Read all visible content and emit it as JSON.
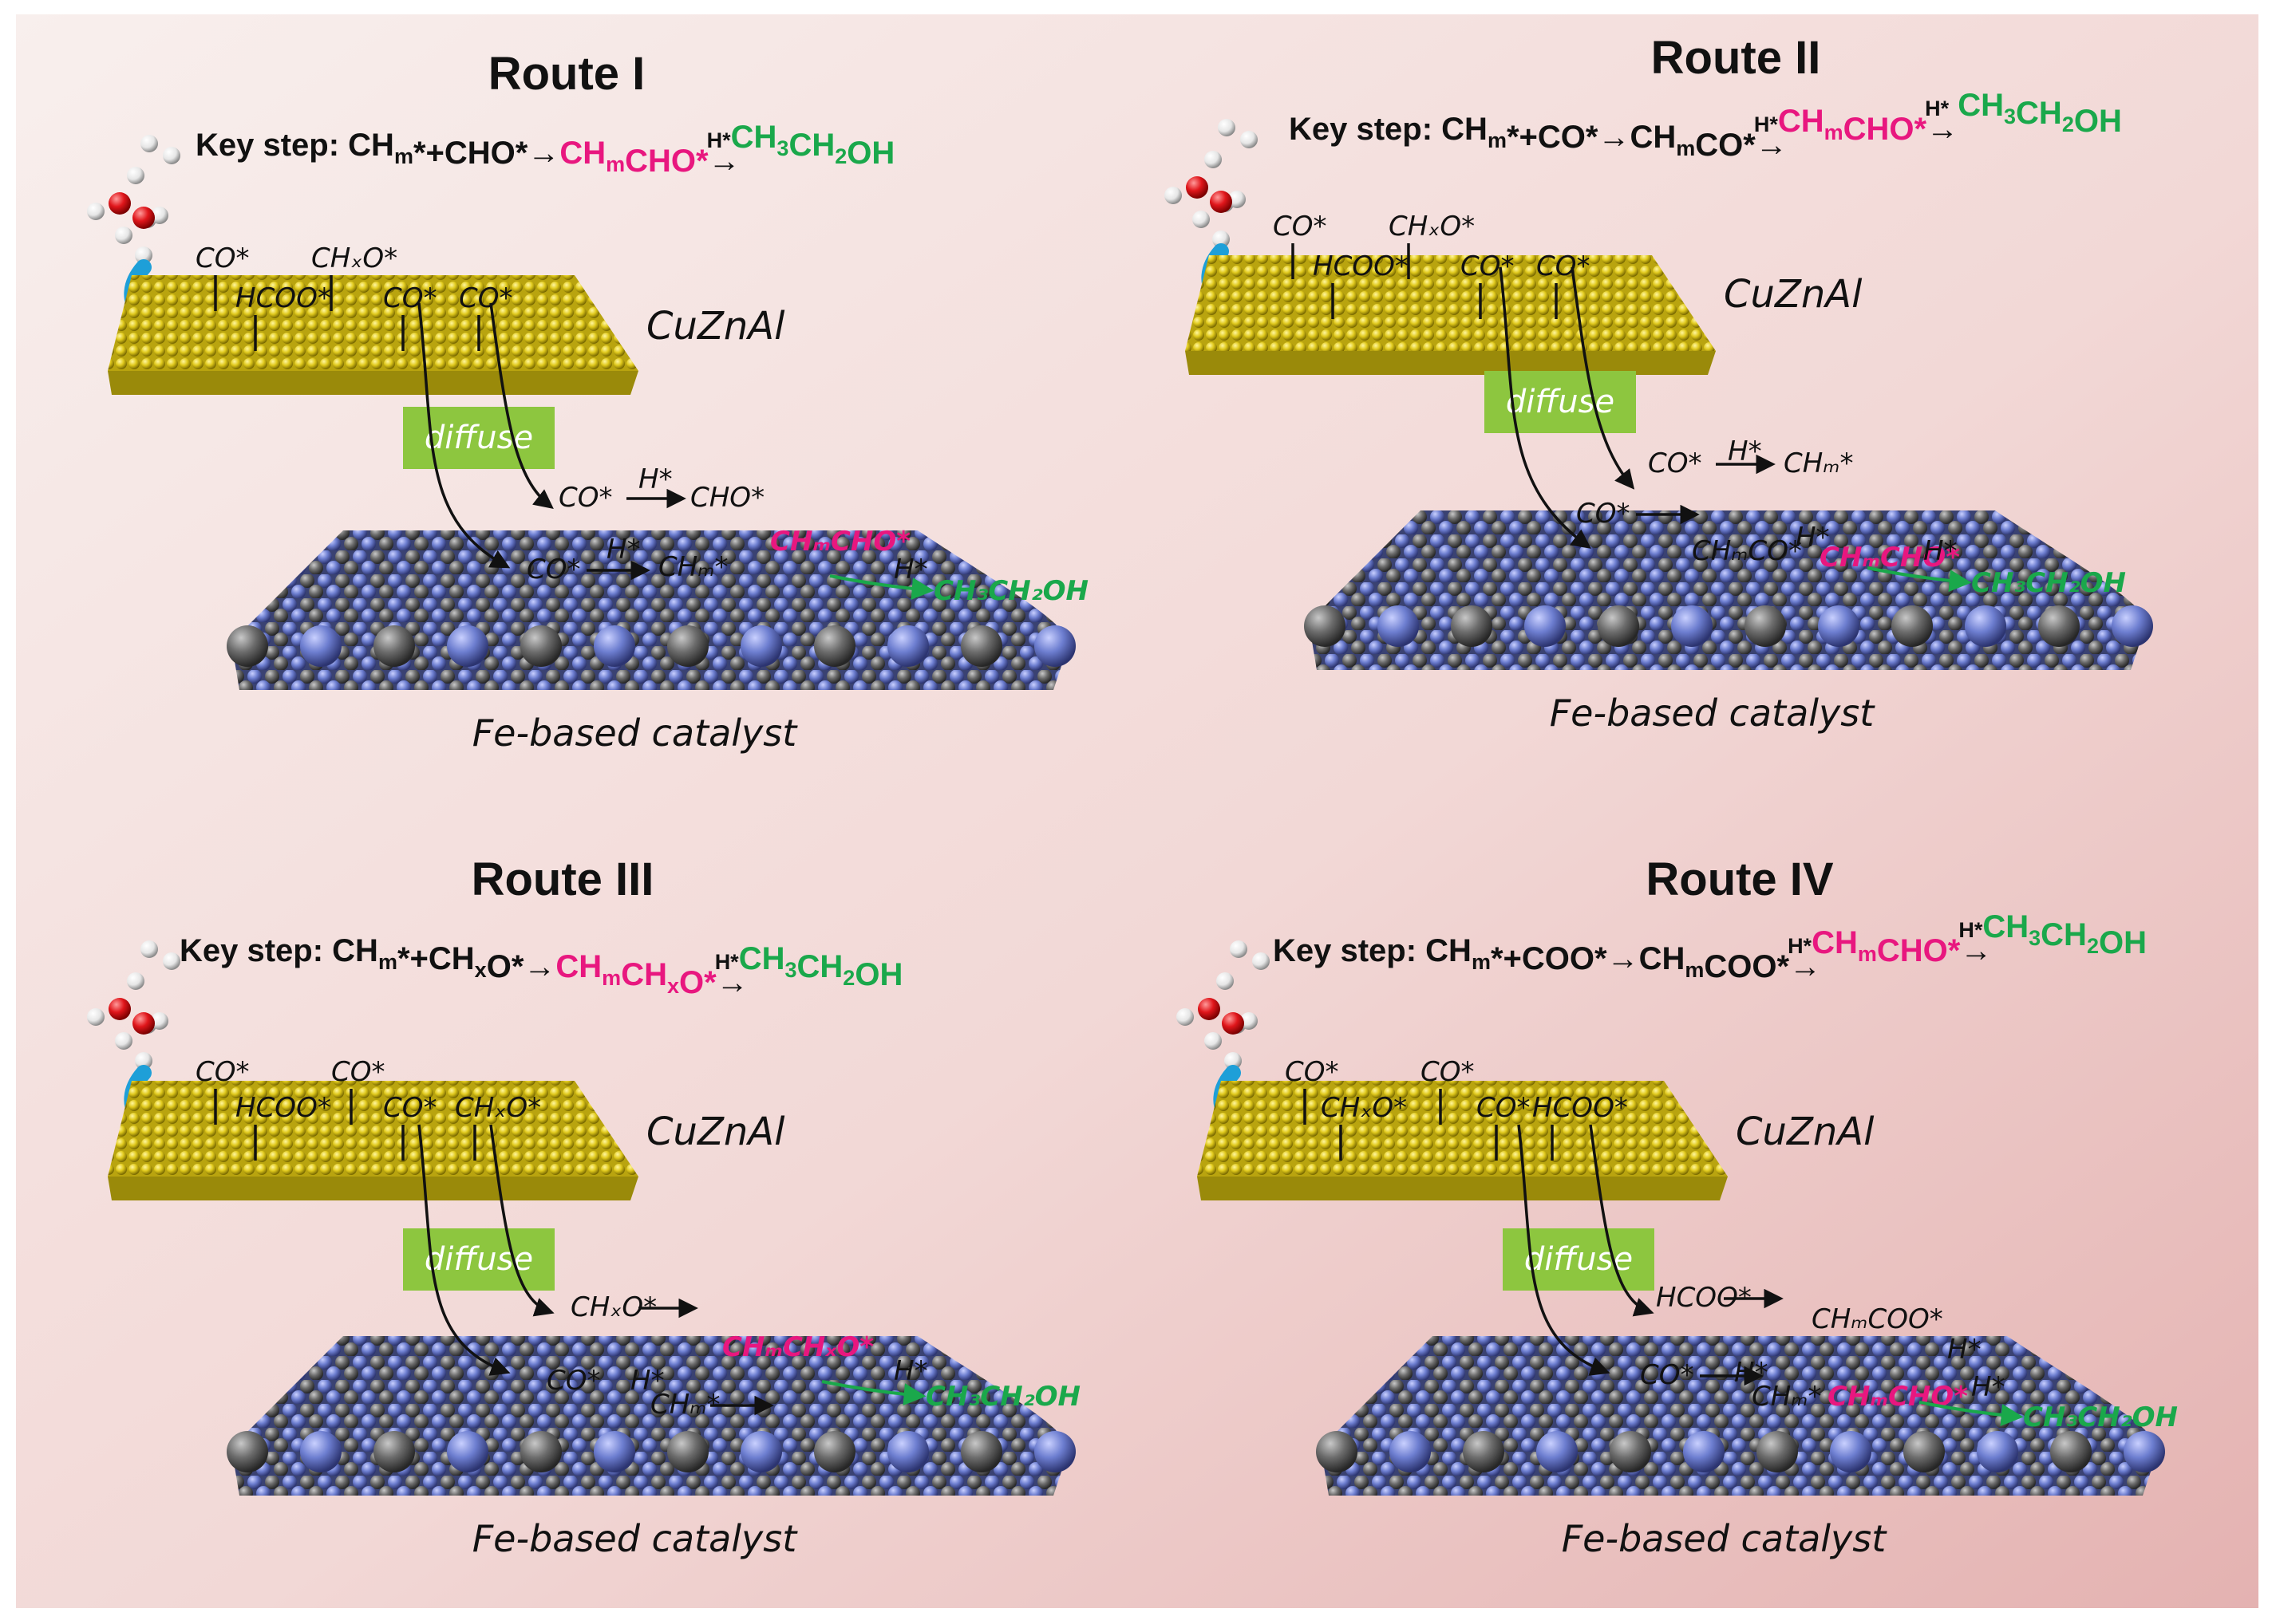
{
  "routes": [
    {
      "title": "Route I",
      "key_step": [
        {
          "t": "Key step: CH",
          "c": "blk"
        },
        {
          "t": "m",
          "c": "blk",
          "sub": true
        },
        {
          "t": "*+CHO*→",
          "c": "blk"
        },
        {
          "t": "CH",
          "c": "pink"
        },
        {
          "t": "m",
          "c": "pink",
          "sub": true
        },
        {
          "t": "CHO*",
          "c": "pink"
        },
        {
          "t": "→",
          "c": "blk",
          "over": "H*"
        },
        {
          "t": "CH",
          "c": "green"
        },
        {
          "t": "3",
          "c": "green",
          "sub": true
        },
        {
          "t": "CH",
          "c": "green"
        },
        {
          "t": "2",
          "c": "green",
          "sub": true
        },
        {
          "t": "OH",
          "c": "green"
        }
      ],
      "cuzn_labels": [
        "CO*",
        "CHₓO*",
        "HCOO*",
        "CO*",
        "CO*"
      ],
      "diffuse": "diffuse",
      "support": "CuZnAl",
      "fe_labels": [
        "CO*",
        "H*",
        "CHO*",
        "CO*",
        "H*",
        "CHₘ*",
        "CHₘCHO*",
        "H*",
        "CH₃CH₂OH"
      ],
      "catalyst": "Fe-based catalyst"
    },
    {
      "title": "Route II",
      "key_step": [
        {
          "t": "Key step: CH",
          "c": "blk"
        },
        {
          "t": "m",
          "c": "blk",
          "sub": true
        },
        {
          "t": "*+CO*→CH",
          "c": "blk"
        },
        {
          "t": "m",
          "c": "blk",
          "sub": true
        },
        {
          "t": "CO*",
          "c": "blk"
        },
        {
          "t": "→",
          "c": "blk",
          "over": "H*"
        },
        {
          "t": "CH",
          "c": "pink"
        },
        {
          "t": "m",
          "c": "pink",
          "sub": true
        },
        {
          "t": "CHO*",
          "c": "pink"
        },
        {
          "t": "→",
          "c": "blk",
          "over": "H*"
        },
        {
          "t": " CH",
          "c": "green"
        },
        {
          "t": "3",
          "c": "green",
          "sub": true
        },
        {
          "t": "CH",
          "c": "green"
        },
        {
          "t": "2",
          "c": "green",
          "sub": true
        },
        {
          "t": "OH",
          "c": "green"
        }
      ],
      "cuzn_labels": [
        "CO*",
        "CHₓO*",
        "HCOO*",
        "CO*",
        "CO*"
      ],
      "diffuse": "diffuse",
      "support": "CuZnAl",
      "fe_labels": [
        "CO*",
        "H*",
        "CHₘ*",
        "CO*",
        "CHₘCO*",
        "H*",
        "CHₘCHO*",
        "H*",
        "CH₃CH₂OH"
      ],
      "catalyst": "Fe-based catalyst"
    },
    {
      "title": "Route III",
      "key_step": [
        {
          "t": "Key step: CH",
          "c": "blk"
        },
        {
          "t": "m",
          "c": "blk",
          "sub": true
        },
        {
          "t": "*+CH",
          "c": "blk"
        },
        {
          "t": "x",
          "c": "blk",
          "sub": true
        },
        {
          "t": "O*→",
          "c": "blk"
        },
        {
          "t": "CH",
          "c": "pink"
        },
        {
          "t": "m",
          "c": "pink",
          "sub": true
        },
        {
          "t": "CH",
          "c": "pink"
        },
        {
          "t": "x",
          "c": "pink",
          "sub": true
        },
        {
          "t": "O*",
          "c": "pink"
        },
        {
          "t": "→",
          "c": "blk",
          "over": "H*"
        },
        {
          "t": "CH",
          "c": "green"
        },
        {
          "t": "3",
          "c": "green",
          "sub": true
        },
        {
          "t": "CH",
          "c": "green"
        },
        {
          "t": "2",
          "c": "green",
          "sub": true
        },
        {
          "t": "OH",
          "c": "green"
        }
      ],
      "cuzn_labels": [
        "CO*",
        "CO*",
        "HCOO*",
        "CO*",
        "CHₓO*"
      ],
      "diffuse": "diffuse",
      "support": "CuZnAl",
      "fe_labels": [
        "CHₓO*",
        "CO*",
        "H*",
        "CHₘ*",
        "CHₘCHₓO*",
        "H*",
        "CH₃CH₂OH"
      ],
      "catalyst": "Fe-based catalyst"
    },
    {
      "title": "Route IV",
      "key_step": [
        {
          "t": "Key step: CH",
          "c": "blk"
        },
        {
          "t": "m",
          "c": "blk",
          "sub": true
        },
        {
          "t": "*+COO*→CH",
          "c": "blk"
        },
        {
          "t": "m",
          "c": "blk",
          "sub": true
        },
        {
          "t": "COO*",
          "c": "blk"
        },
        {
          "t": "→",
          "c": "blk",
          "over": "H*"
        },
        {
          "t": "CH",
          "c": "pink"
        },
        {
          "t": "m",
          "c": "pink",
          "sub": true
        },
        {
          "t": "CHO*",
          "c": "pink"
        },
        {
          "t": "→",
          "c": "blk",
          "over": "H*"
        },
        {
          "t": "CH",
          "c": "green"
        },
        {
          "t": "3",
          "c": "green",
          "sub": true
        },
        {
          "t": "CH",
          "c": "green"
        },
        {
          "t": "2",
          "c": "green",
          "sub": true
        },
        {
          "t": "OH",
          "c": "green"
        }
      ],
      "cuzn_labels": [
        "CO*",
        "CO*",
        "CHₓO*",
        "CO*",
        "HCOO*"
      ],
      "diffuse": "diffuse",
      "support": "CuZnAl",
      "fe_labels": [
        "HCOO*",
        "CHₘCOO*",
        "H*",
        "CO*",
        "H*",
        "CHₘ*",
        "CHₘCHO*",
        "H*",
        "CH₃CH₂OH"
      ],
      "catalyst": "Fe-based catalyst"
    }
  ],
  "colors": {
    "background_start": "#f7ecea",
    "background_end": "#e8b9b8",
    "gold_atom": "#d6c21a",
    "blue_atom": "#6f7fcc",
    "gray_atom": "#6a6a6a",
    "diffuse_box": "#8dc63f",
    "pink_text": "#e8177f",
    "green_text": "#1aa84b",
    "water_arrow": "#1e9fd8",
    "oxygen": "#e0161b",
    "hydrogen": "#ffffff"
  }
}
